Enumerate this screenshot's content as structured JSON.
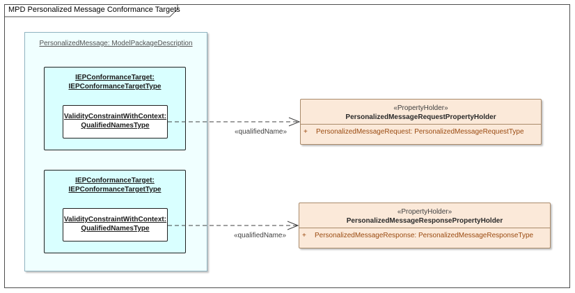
{
  "frame": {
    "title": "MPD Personalized Message Conformance Targets"
  },
  "package": {
    "title": "PersonalizedMessage: ModelPackageDescription",
    "targets": [
      {
        "title_line1": "IEPConformanceTarget:",
        "title_line2": "IEPConformanceTargetType",
        "constraint_line1": "ValidityConstraintWithContext:",
        "constraint_line2": "QualifiedNamesType"
      },
      {
        "title_line1": "IEPConformanceTarget:",
        "title_line2": "IEPConformanceTargetType",
        "constraint_line1": "ValidityConstraintWithContext:",
        "constraint_line2": "QualifiedNamesType"
      }
    ]
  },
  "classes": [
    {
      "stereotype": "«PropertyHolder»",
      "name": "PersonalizedMessageRequestPropertyHolder",
      "attr_visibility": "+",
      "attribute": "PersonalizedMessageRequest: PersonalizedMessageRequestType"
    },
    {
      "stereotype": "«PropertyHolder»",
      "name": "PersonalizedMessageResponsePropertyHolder",
      "attr_visibility": "+",
      "attribute": "PersonalizedMessageResponse: PersonalizedMessageResponseType"
    }
  ],
  "relations": [
    {
      "label": "«qualifiedName»"
    },
    {
      "label": "«qualifiedName»"
    }
  ],
  "colors": {
    "package_fill": "#f0ffff",
    "target_fill": "#d9ffff",
    "class_fill": "#fbe9d9",
    "attribute_text": "#9a4a10"
  }
}
